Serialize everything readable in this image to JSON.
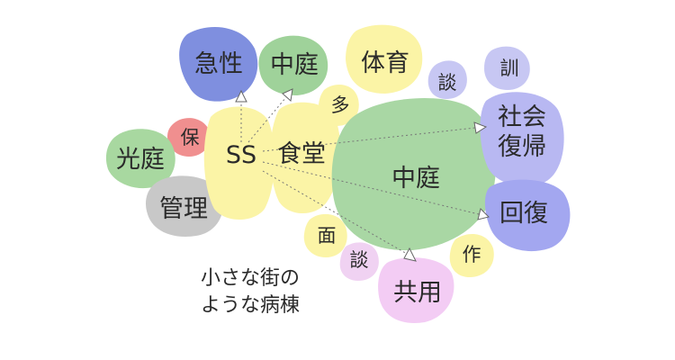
{
  "nodes": {
    "kyusei": {
      "label": "急性",
      "color": "#7f8fdf"
    },
    "nakaniwa_s": {
      "label": "中庭",
      "color": "#9fd29a"
    },
    "taiiku": {
      "label": "体育",
      "color": "#fbf4a6"
    },
    "dan_top": {
      "label": "談",
      "color": "#c7c7f3"
    },
    "kun": {
      "label": "訓",
      "color": "#c7c7f3"
    },
    "ta": {
      "label": "多",
      "color": "#fbf4a6"
    },
    "ho": {
      "label": "保",
      "color": "#f08f8f"
    },
    "kotei": {
      "label": "光庭",
      "color": "#a8d8a0"
    },
    "ss": {
      "label": "SS",
      "color": "#fbf4a6"
    },
    "shokudo": {
      "label": "食堂",
      "color": "#fbf4a6"
    },
    "nakaniwa_l": {
      "label": "中庭",
      "color": "#a9d7a4"
    },
    "shakai": {
      "label": "社会",
      "label2": "復帰",
      "color": "#b8b8f2"
    },
    "kanri": {
      "label": "管理",
      "color": "#c8c8c8"
    },
    "kaifuku": {
      "label": "回復",
      "color": "#a3a7f0"
    },
    "men": {
      "label": "面",
      "color": "#fbf4a6"
    },
    "saku": {
      "label": "作",
      "color": "#fbf4a6"
    },
    "dan_bottom": {
      "label": "談",
      "color": "#f0d2f2"
    },
    "kyoyo": {
      "label": "共用",
      "color": "#f3ccf4"
    }
  },
  "caption": {
    "line1": "小さな街の",
    "line2": "ような病棟"
  }
}
